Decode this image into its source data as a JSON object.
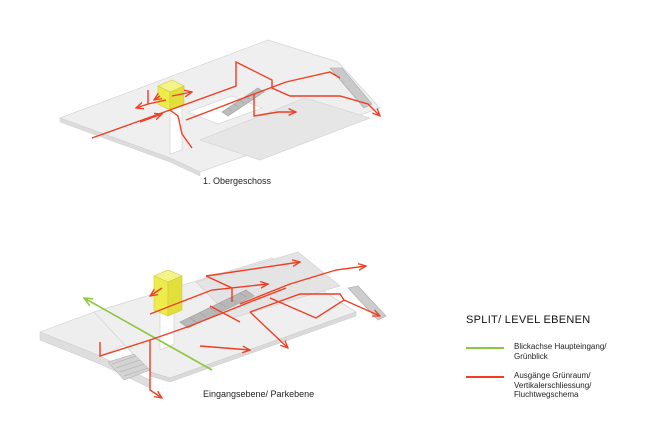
{
  "captions": {
    "upper_floor": "1. Obergeschoss",
    "entrance_level": "Eingangsebene/ Parkebene"
  },
  "legend": {
    "title": "SPLIT/ LEVEL EBENEN",
    "items": [
      {
        "line1": "Blickachse Haupteingang/",
        "line2": "Grünblick",
        "color": "#8dc63f"
      },
      {
        "line1": "Ausgänge Grünraum/",
        "line2": "Vertikalerschliessung/",
        "line3": "Fluchtwegschema",
        "color": "#ef3e23"
      }
    ]
  },
  "colors": {
    "circulation": "#ef3e23",
    "view_axis": "#8dc63f",
    "core": "#f2f04a",
    "slab": "#ececec",
    "slab_edge": "#d6d6d6",
    "ramp": "#bdbdbd"
  }
}
